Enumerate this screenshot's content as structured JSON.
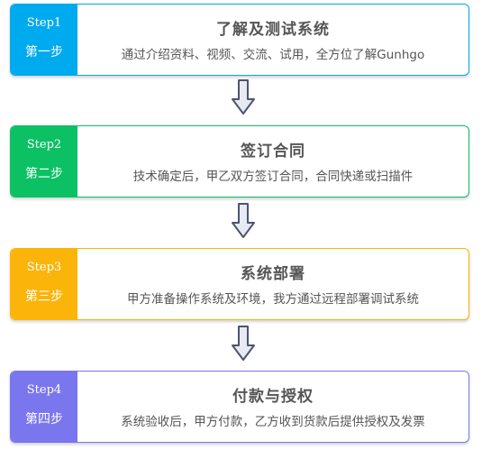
{
  "steps": [
    {
      "step_label": "Step1",
      "step_cn": "第一步",
      "title": "了解及测试系统",
      "description": "通过介绍资料、视频、交流、试用，全方位了解Gunhgo",
      "color": "#00aaee"
    },
    {
      "step_label": "Step2",
      "step_cn": "第二步",
      "title": "签订合同",
      "description": "技术确定后，甲乙双方签订合同，合同快递或扫描件",
      "color": "#0cc064"
    },
    {
      "step_label": "Step3",
      "step_cn": "第三步",
      "title": "系统部署",
      "description": "甲方准备操作系统及环境，我方通过远程部署调试系统",
      "color": "#fbb40a"
    },
    {
      "step_label": "Step4",
      "step_cn": "第四步",
      "title": "付款与授权",
      "description": "系统验收后，甲方付款，乙方收到货款后提供授权及发票",
      "color": "#7a76ee"
    }
  ],
  "arrow_color": "#4c5470"
}
